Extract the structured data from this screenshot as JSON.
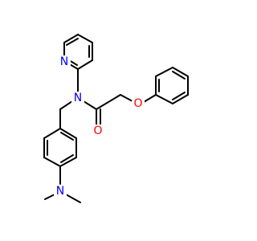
{
  "molecule": {
    "atoms": [
      {
        "symbol": "N",
        "color": "#0000ff"
      },
      {
        "symbol": "N",
        "color": "#0000ff"
      },
      {
        "symbol": "O",
        "color": "#ff0000"
      },
      {
        "symbol": "O",
        "color": "#ff0000"
      },
      {
        "symbol": "N",
        "color": "#0000ff"
      }
    ],
    "bond_color": "#000000"
  }
}
